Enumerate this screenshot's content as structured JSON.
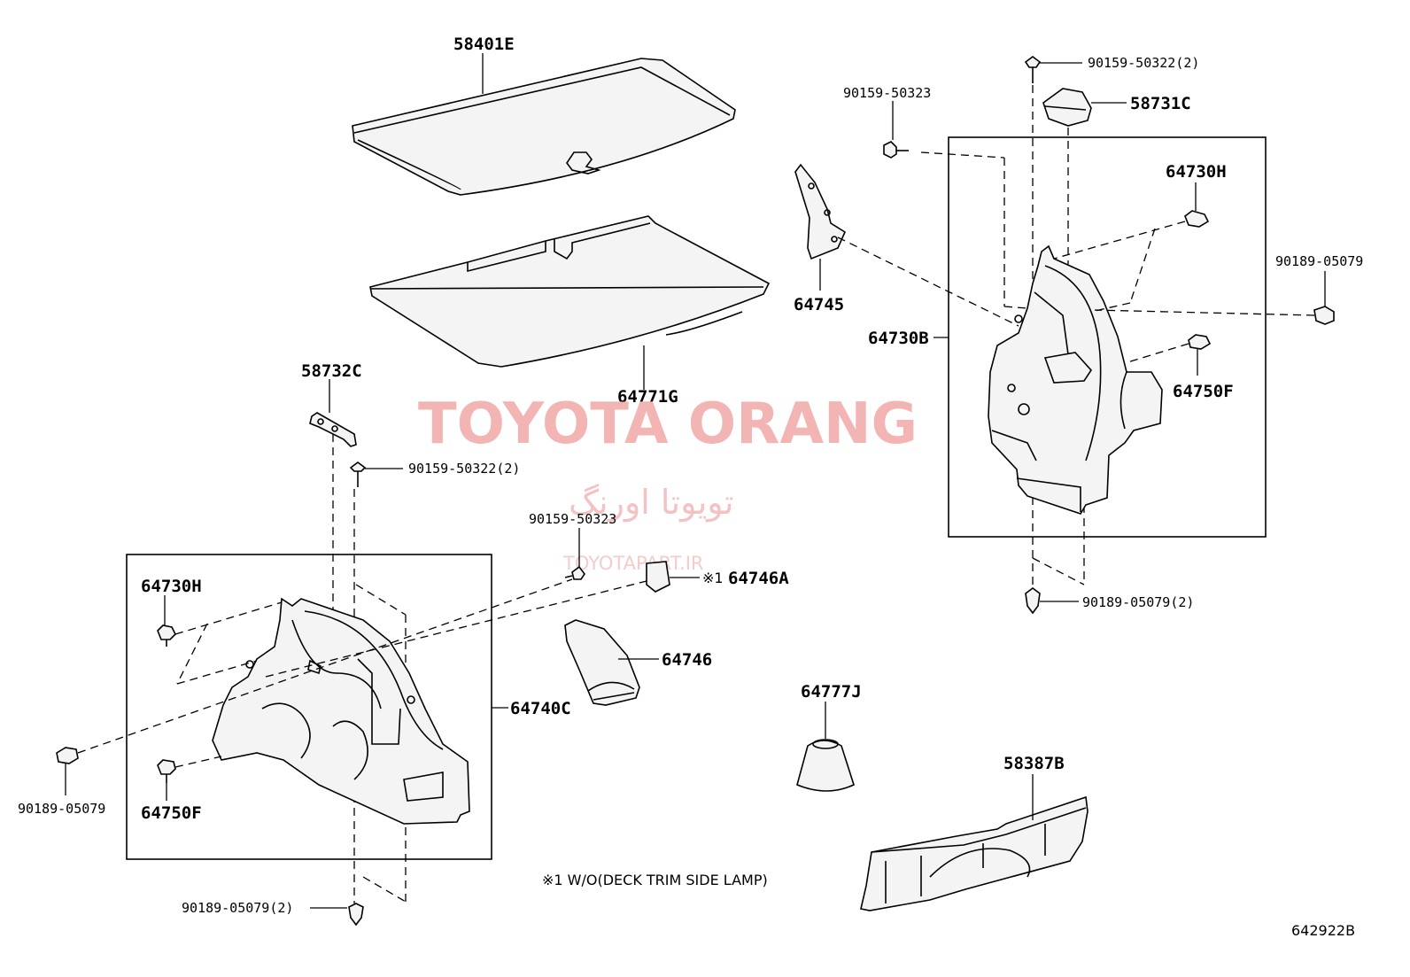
{
  "watermark": {
    "brand": "TOYOTA ORANG",
    "brand_fa": "تویوتا اورنگ",
    "site": "TOYOTAPART.IR"
  },
  "labels": {
    "p58401E": "58401E",
    "p64771G": "64771G",
    "p58732C": "58732C",
    "p90159_50322_left": "90159-50322(2)",
    "p90159_50323_mid": "90159-50323",
    "p64746A": "64746A",
    "p64746A_mark": "※1",
    "p64746": "64746",
    "p64740C": "64740C",
    "p64730H_left": "64730H",
    "p64750F_left": "64750F",
    "p90189_05079_left": "90189-05079",
    "p90189_05079_bottom": "90189-05079(2)",
    "p64745": "64745",
    "p90159_50323_right": "90159-50323",
    "p90159_50322_right": "90159-50322(2)",
    "p58731C": "58731C",
    "p64730H_right": "64730H",
    "p90189_05079_right": "90189-05079",
    "p64730B": "64730B",
    "p64750F_right": "64750F",
    "p90189_05079_right_bottom": "90189-05079(2)",
    "p64777J": "64777J",
    "p58387B": "58387B",
    "note": "※1 W/O(DECK TRIM SIDE LAMP)",
    "diagram_id": "642922B"
  }
}
